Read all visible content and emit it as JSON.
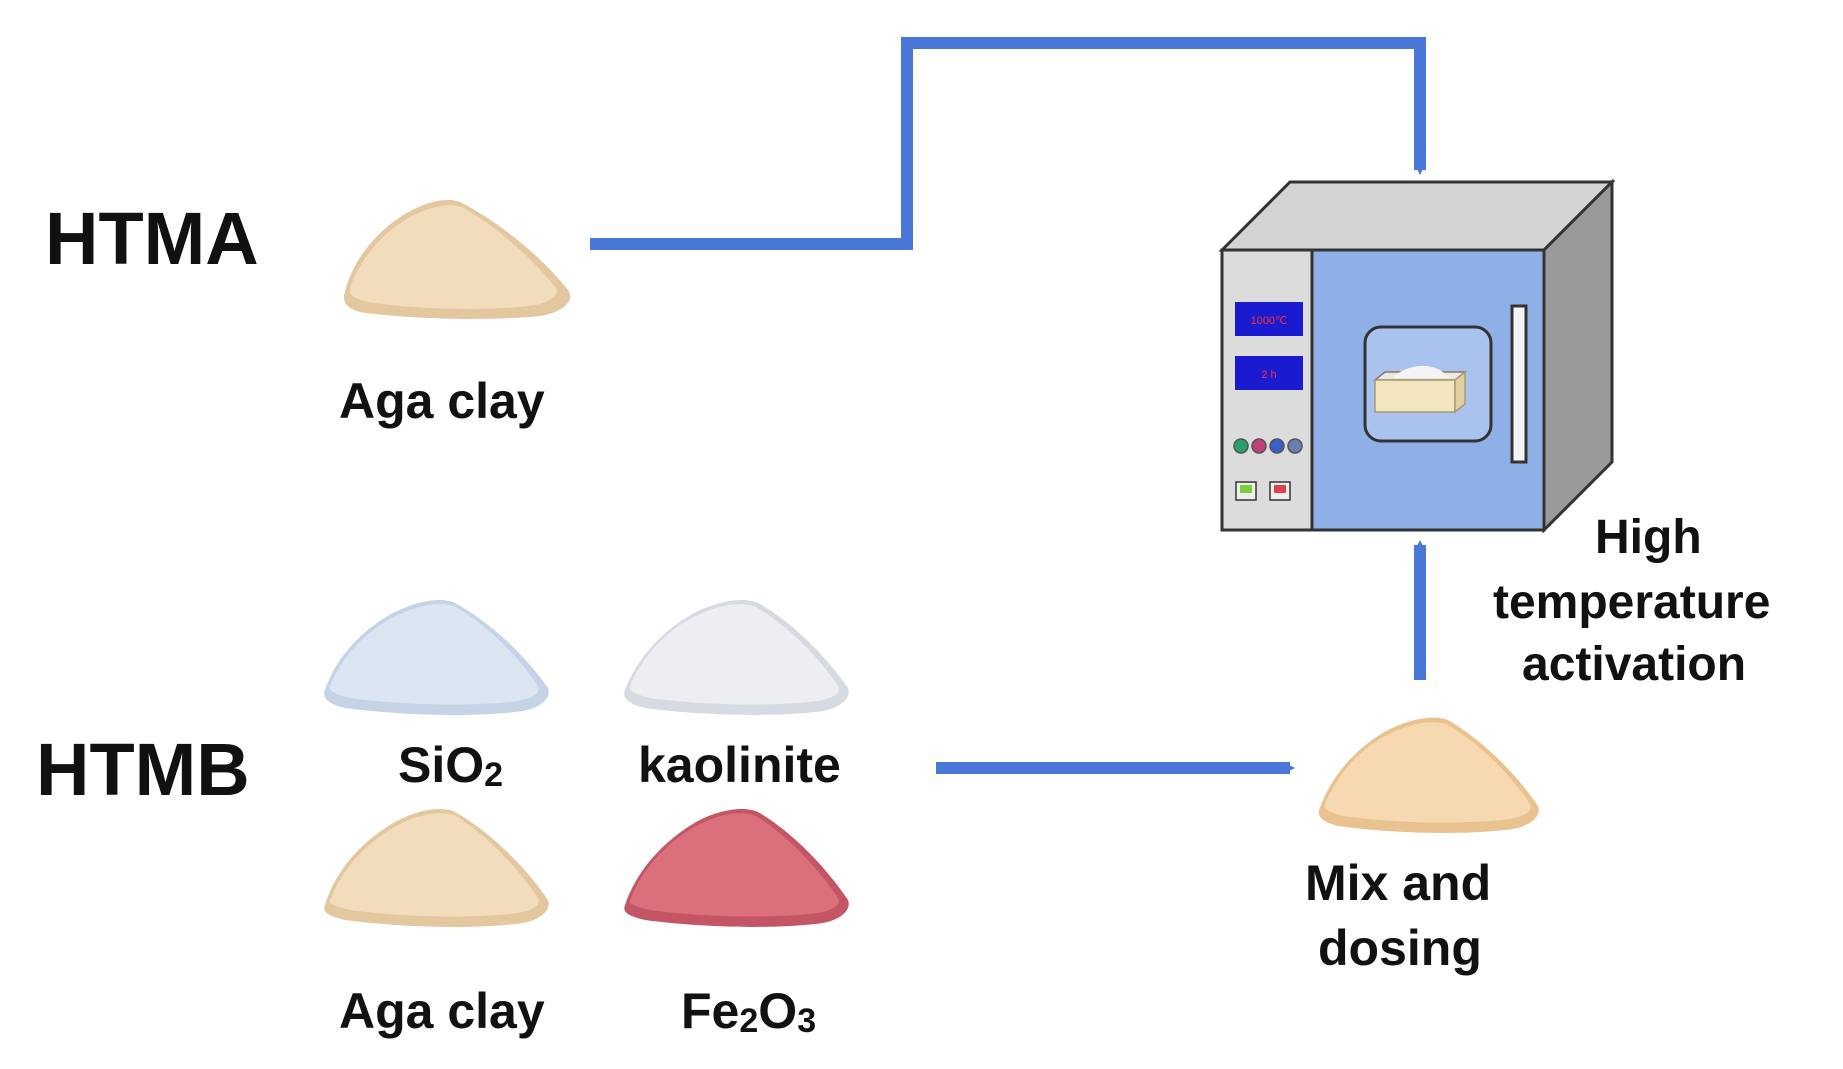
{
  "groups": {
    "htma": {
      "label": "HTMA"
    },
    "htmb": {
      "label": "HTMB"
    }
  },
  "materials": {
    "htma_aga_clay": {
      "label": "Aga clay",
      "color": "#f1dcbc",
      "shade": "#e2c79f"
    },
    "sio2": {
      "label_main": "SiO",
      "label_sub": "2",
      "color": "#dbe6f2",
      "shade": "#c4d3e6"
    },
    "kaolinite": {
      "label": "kaolinite",
      "color": "#eceef2",
      "shade": "#d6dae2"
    },
    "htmb_aga_clay": {
      "label": "Aga clay",
      "color": "#f1dcbc",
      "shade": "#e2c79f"
    },
    "fe2o3": {
      "label_a": "Fe",
      "label_a_sub": "2",
      "label_b": "O",
      "label_b_sub": "3",
      "color": "#d9707c",
      "shade": "#c45564"
    }
  },
  "steps": {
    "mix": {
      "line1": "Mix and",
      "line2": "dosing",
      "color": "#f6d9b0",
      "shade": "#e9c290"
    },
    "activation": {
      "line1": "High",
      "line2": "temperature",
      "line3": "activation"
    }
  },
  "oven": {
    "display_top": "1000℃",
    "display_bottom": "2 h",
    "button_colors": [
      "#2aa06a",
      "#c0407a",
      "#3a5fc8",
      "#6a7fb0"
    ],
    "switch_colors": [
      "#7ccd3a",
      "#e0404a"
    ]
  },
  "colors": {
    "arrow": "#4a78d8",
    "oven_door": "#8fb0e6",
    "oven_side": "#9a9a9a",
    "oven_top": "#d4d4d4",
    "oven_panel": "#dcdcdc",
    "display_bg": "#1a1ad0",
    "display_text": "#ff3030"
  }
}
